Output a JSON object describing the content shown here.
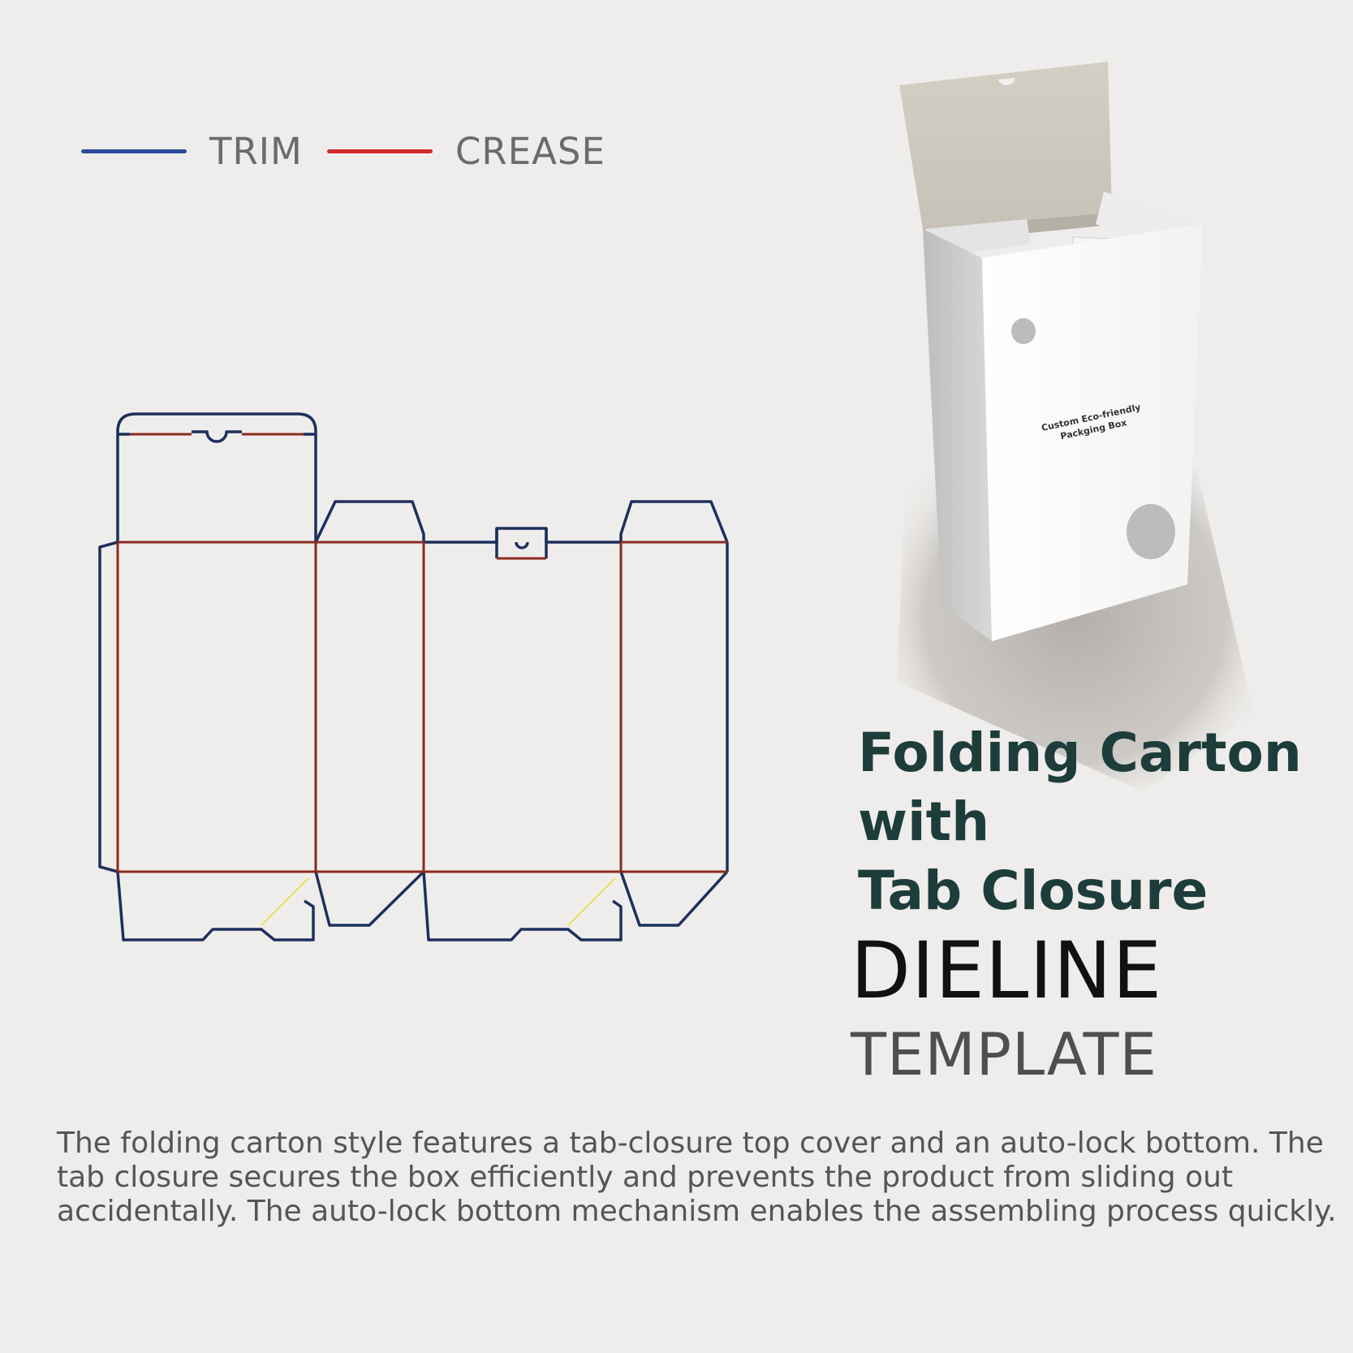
{
  "legend": {
    "trim_label": "TRIM",
    "crease_label": "CREASE",
    "trim_color": "#2a4a9c",
    "crease_color": "#d42a2a"
  },
  "dieline_colors": {
    "cut_line": "#1d2f5c",
    "crease_line": "#8b2a1f",
    "glue_line": "#e8e060"
  },
  "box_label": {
    "line1": "Custom Eco-friendly",
    "line2": "Packging Box"
  },
  "title": {
    "line1": "Folding Carton",
    "line2": "with",
    "line3": "Tab Closure"
  },
  "dieline_word": "DIELINE",
  "template_word": "TEMPLATE",
  "description": "The folding carton style features a tab-closure top cover and an auto-lock bottom. The tab closure secures the box efficiently and prevents the product from sliding out accidentally. The auto-lock bottom mechanism enables the assembling process quickly."
}
